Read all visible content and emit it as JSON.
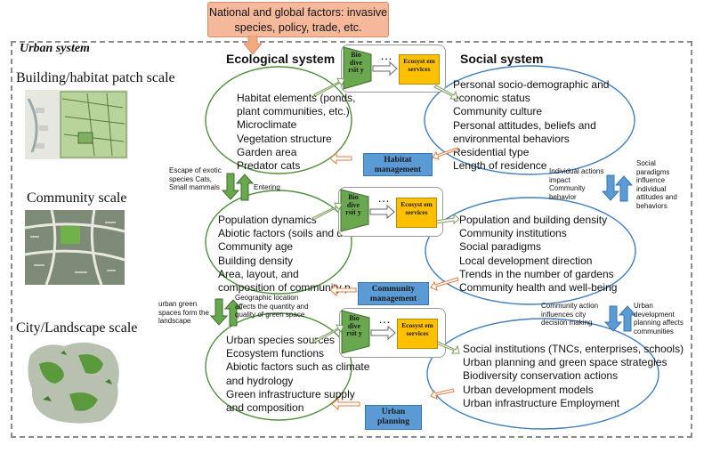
{
  "header": {
    "factors": "National and global factors: invasive species, policy, trade, etc."
  },
  "urban_system": "Urban system",
  "ecological_system": "Ecological system",
  "social_system": "Social system",
  "scales": [
    "Building/habitat patch scale",
    "Community scale",
    "City/Landscape scale"
  ],
  "eco_lists": {
    "building": [
      "Habitat elements (ponds,",
      "plant communities, etc.)",
      "Microclimate",
      "Vegetation structure",
      "Garden area",
      "Predator cats"
    ],
    "community": [
      "Population dynamics",
      "Abiotic factors (soils and d",
      "Community age",
      "Building density",
      "Area, layout, and",
      "composition of community pa"
    ],
    "city": [
      "Urban species sources",
      "Ecosystem functions",
      "Abiotic factors such as climate",
      "and hydrology",
      "Green infrastructure supply",
      "and composition"
    ]
  },
  "social_lists": {
    "building": [
      "Personal socio-demographic and",
      "economic status",
      "Community culture",
      "Personal attitudes, beliefs and",
      "environmental behaviors",
      "Residential type",
      "Length of residence"
    ],
    "community": [
      "Population and building density",
      "Community institutions",
      "Social paradigms",
      "Local development direction",
      "Trends in the number of gardens",
      "Community health and well-being"
    ],
    "city": [
      "Social institutions (TNCs, enterprises, schools)",
      "Urban planning and green space strategies",
      "Biodiversity conservation actions",
      "Urban development models",
      "Urban infrastructure Employment"
    ]
  },
  "management": [
    "Habitat management",
    "Community management",
    "Urban planning"
  ],
  "biodiversity": "Bio dive rsit y",
  "ecosystem_services": "Ecosyst em services",
  "dots": "…",
  "annotations": {
    "escape": "Escape of exotic species Cats, Small mammals",
    "entering": "Entering",
    "green_spaces": "urban green spaces form the landscape",
    "geo": "Geographic location affects the quantity and quality of green space",
    "individual_actions": "Individual actions impact Community behavior",
    "social_paradigms": "Social paradigms influence individual attitudes and behaviors",
    "community_action": "Community action influences city decision making",
    "urban_dev": "Urban development planning affects communities"
  }
}
